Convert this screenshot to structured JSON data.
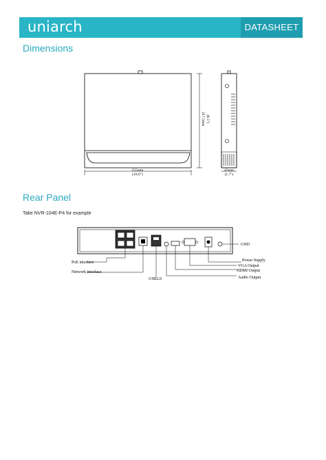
{
  "header": {
    "logo": "uniarch",
    "badge": "DATASHEET",
    "colors": {
      "brand": "#29b5c6",
      "badge": "#1f9eb0"
    }
  },
  "dimensions": {
    "title": "Dimensions",
    "width_label": "255mm",
    "width_inch": "(10.0\")",
    "depth_label": "217.5mm",
    "depth_inch": "(8.5\")",
    "height_label": "45mm",
    "height_inch": "(1.7\")"
  },
  "rear_panel": {
    "title": "Rear Panel",
    "caption": "Take NVR-104E-P4 for example",
    "labels": {
      "gnd": "GND",
      "power": "Power Supply",
      "vga": "VGA Output",
      "hdmi": "HDMI Output",
      "audio": "Audio Output",
      "poe": "PoE interface",
      "network": "Network interface",
      "usb": "USB2.0"
    }
  }
}
